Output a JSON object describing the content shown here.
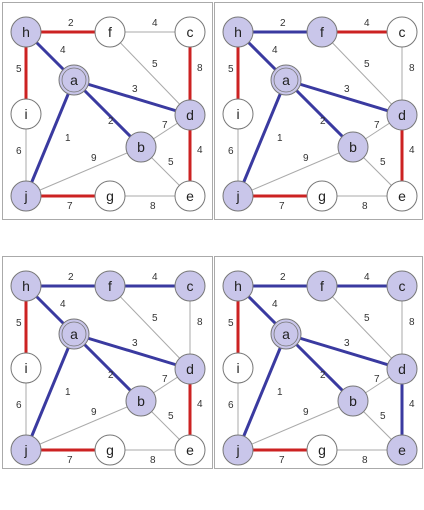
{
  "colors": {
    "node_fill_selected": "#c9c6ea",
    "node_fill_plain": "#ffffff",
    "node_stroke": "#777777",
    "edge_plain": "#aaaaaa",
    "edge_blue": "#3a3aa0",
    "edge_red": "#cc2222",
    "frame": "#aaaaaa"
  },
  "graph": {
    "nodes": [
      "h",
      "f",
      "c",
      "a",
      "i",
      "d",
      "b",
      "j",
      "g",
      "e"
    ],
    "edges": [
      {
        "u": "h",
        "v": "f",
        "w": "2"
      },
      {
        "u": "f",
        "v": "c",
        "w": "4"
      },
      {
        "u": "h",
        "v": "a",
        "w": "4"
      },
      {
        "u": "h",
        "v": "i",
        "w": "5"
      },
      {
        "u": "f",
        "v": "d",
        "w": "5"
      },
      {
        "u": "c",
        "v": "d",
        "w": "8"
      },
      {
        "u": "a",
        "v": "d",
        "w": "3"
      },
      {
        "u": "a",
        "v": "b",
        "w": "2"
      },
      {
        "u": "a",
        "v": "j",
        "w": "1"
      },
      {
        "u": "i",
        "v": "j",
        "w": "6"
      },
      {
        "u": "b",
        "v": "d",
        "w": "7"
      },
      {
        "u": "b",
        "v": "j",
        "w": "9"
      },
      {
        "u": "b",
        "v": "e",
        "w": "5"
      },
      {
        "u": "d",
        "v": "e",
        "w": "4"
      },
      {
        "u": "j",
        "v": "g",
        "w": "7"
      },
      {
        "u": "g",
        "v": "e",
        "w": "8"
      }
    ]
  },
  "panels": [
    {
      "selected_nodes": [
        "h",
        "a",
        "d",
        "b",
        "j"
      ],
      "blue_edges": [
        "h-a",
        "a-d",
        "a-b",
        "a-j"
      ],
      "red_edges": [
        "h-f",
        "h-i",
        "c-d",
        "d-e",
        "j-g"
      ]
    },
    {
      "selected_nodes": [
        "h",
        "f",
        "a",
        "d",
        "b",
        "j"
      ],
      "blue_edges": [
        "h-f",
        "h-a",
        "a-d",
        "a-b",
        "a-j"
      ],
      "red_edges": [
        "f-c",
        "h-i",
        "d-e",
        "j-g"
      ]
    },
    {
      "selected_nodes": [
        "h",
        "f",
        "c",
        "a",
        "d",
        "b",
        "j"
      ],
      "blue_edges": [
        "h-f",
        "f-c",
        "h-a",
        "a-d",
        "a-b",
        "a-j"
      ],
      "red_edges": [
        "h-i",
        "d-e",
        "j-g"
      ]
    },
    {
      "selected_nodes": [
        "h",
        "f",
        "c",
        "a",
        "d",
        "b",
        "j",
        "e"
      ],
      "blue_edges": [
        "h-f",
        "f-c",
        "h-a",
        "a-d",
        "a-b",
        "a-j",
        "d-e"
      ],
      "red_edges": [
        "h-i",
        "j-g"
      ]
    }
  ]
}
